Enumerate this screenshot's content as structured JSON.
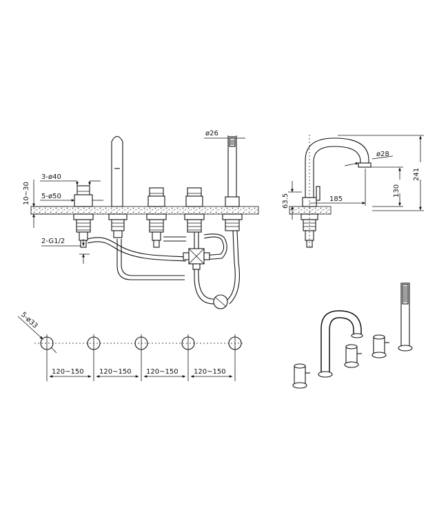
{
  "front_view": {
    "dims": {
      "height_range": "10~30",
      "handle_dia": "3-ø40",
      "base_dia": "5-ø50",
      "thread": "2-G1/2",
      "handshower_dia": "ø26"
    }
  },
  "side_view": {
    "dims": {
      "spout_dia": "ø28",
      "base_height": "63.5",
      "reach": "185",
      "spout_height": "130",
      "total_height": "241"
    }
  },
  "hole_layout": {
    "hole_label": "5-ø33",
    "spacings": [
      "120~150",
      "120~150",
      "120~150",
      "120~150"
    ]
  }
}
